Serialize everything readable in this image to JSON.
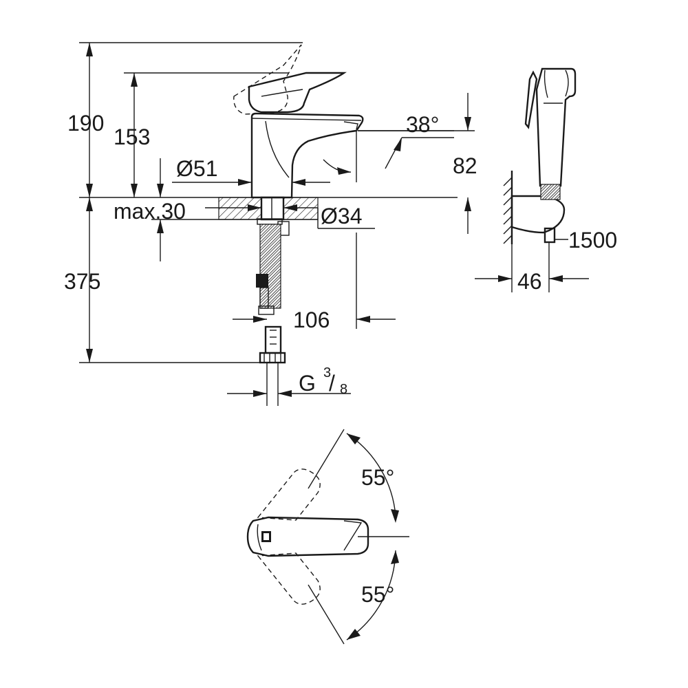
{
  "dimensions": {
    "overall_height_above_deck": "190",
    "lever_height": "153",
    "body_diameter": "Ø51",
    "spout_angle": "38°",
    "spout_height": "82",
    "max_deck_thickness": "max.30",
    "hole_diameter": "Ø34",
    "hose_length_below_deck": "375",
    "spout_projection": "106",
    "connection_thread_prefix": "G",
    "connection_thread_num": "3",
    "connection_thread_den": "8",
    "handshower_hose_length": "1500",
    "holder_projection": "46",
    "lever_rotation_up": "55°",
    "lever_rotation_down": "55°"
  }
}
